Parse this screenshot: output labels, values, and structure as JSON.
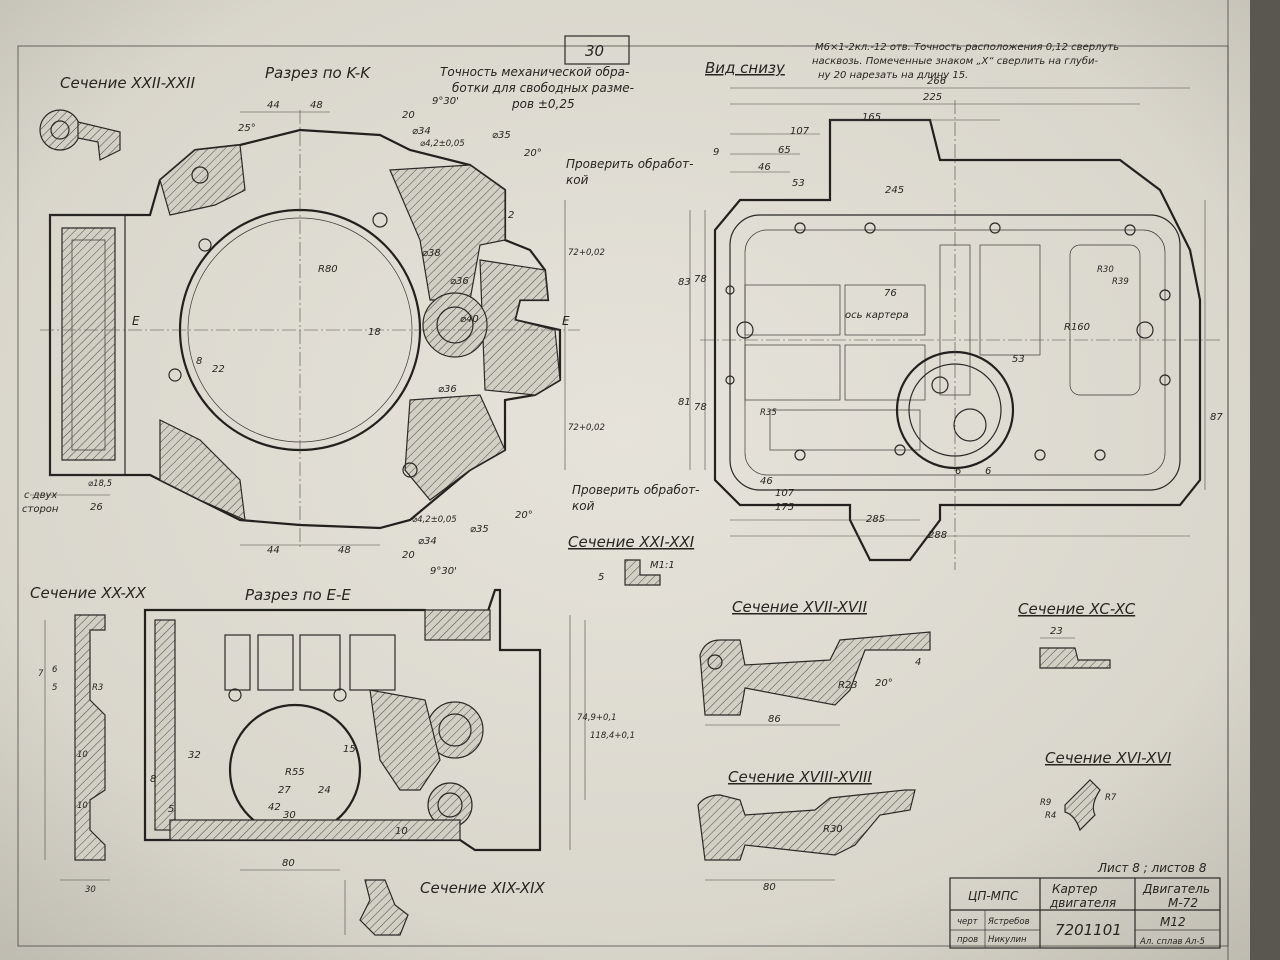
{
  "sheet_number": "30",
  "section_labels": {
    "sec_xxii": "Сечение XXII-XXII",
    "cut_kk": "Разрез по K-K",
    "view_bottom": "Вид снизу",
    "sec_xxi": "Сечение XXI-XXI",
    "sec_xx": "Сечение XX-XX",
    "cut_ee": "Разрез по E-E",
    "sec_xvii": "Сечение XVII-XVII",
    "sec_xviii": "Сечение XVIII-XVIII",
    "sec_xc": "Сечение XC-XC",
    "sec_xvi": "Сечение XVI-XVI",
    "sec_xix": "Сечение XIX-XIX"
  },
  "notes": {
    "accuracy_1": "Точность механической обра-",
    "accuracy_2": "ботки для свободных разме-",
    "accuracy_3": "ров ±0,25",
    "drill_1": "M6×1-2кл.-12 отв. Точность расположения 0,12 сверлуть",
    "drill_2": "насквозь. Помеченные знаком „X“ сверлить на глуби-",
    "drill_3": "ну 20 нарезать на длину 15.",
    "check_1a": "Проверить обработ-",
    "check_1b": "кой",
    "check_2a": "Проверить обработ-",
    "check_2b": "кой",
    "both_sides_a": "с двух",
    "both_sides_b": "сторон",
    "scale_m11": "M1:1",
    "axis_note": "ось картера",
    "sheet_info": "Лист 8 ; листов 8"
  },
  "dimensions": {
    "kk_top": [
      "44",
      "48",
      "20",
      "9°30'",
      "25°",
      "⌀34",
      "⌀35",
      "20°",
      "⌀4,2±0,05",
      "2"
    ],
    "kk_side": [
      "72+0,02",
      "R80",
      "18",
      "⌀40",
      "⌀36",
      "⌀36",
      "⌀38",
      "8",
      "22",
      "72+0,02"
    ],
    "kk_bottom": [
      "44",
      "48",
      "20",
      "9°30'",
      "20°",
      "⌀35",
      "⌀34",
      "⌀4,2±0,05",
      "26",
      "⌀18,5",
      "E"
    ],
    "bottom_view": [
      "266",
      "225",
      "165",
      "107",
      "65",
      "46",
      "53",
      "245",
      "9",
      "83",
      "78",
      "81",
      "78",
      "76",
      "53",
      "R160",
      "87",
      "107",
      "175",
      "46",
      "285",
      "288",
      "R35",
      "R30",
      "R39",
      "6",
      "6"
    ],
    "ee": [
      "74,9+0,1",
      "118,4+0,1",
      "30",
      "80",
      "27",
      "24",
      "32",
      "15",
      "8",
      "10",
      "5",
      "42",
      "R55"
    ],
    "sec_xx": [
      "7",
      "6",
      "5",
      "10",
      "10",
      "30",
      "R3"
    ],
    "sec_xvii": [
      "86",
      "R23",
      "20°",
      "4"
    ],
    "sec_xviii": [
      "80",
      "R30"
    ],
    "sec_xc": [
      "23"
    ],
    "sec_xvi": [
      "R9",
      "R7",
      "R4"
    ],
    "sec_xxi": [
      "5"
    ]
  },
  "title_block": {
    "org": "ЦП-МПС",
    "part_1": "Картер",
    "part_2": "двигателя",
    "engine_1": "Двигатель",
    "engine_2": "M-72",
    "row_draw": "черт",
    "row_check": "пров",
    "drawn_by": "Ястребов",
    "checked_by": "Никулин",
    "doc_number": "7201101",
    "material": "M12",
    "material_note": "Ал. сплав Ал-5"
  }
}
